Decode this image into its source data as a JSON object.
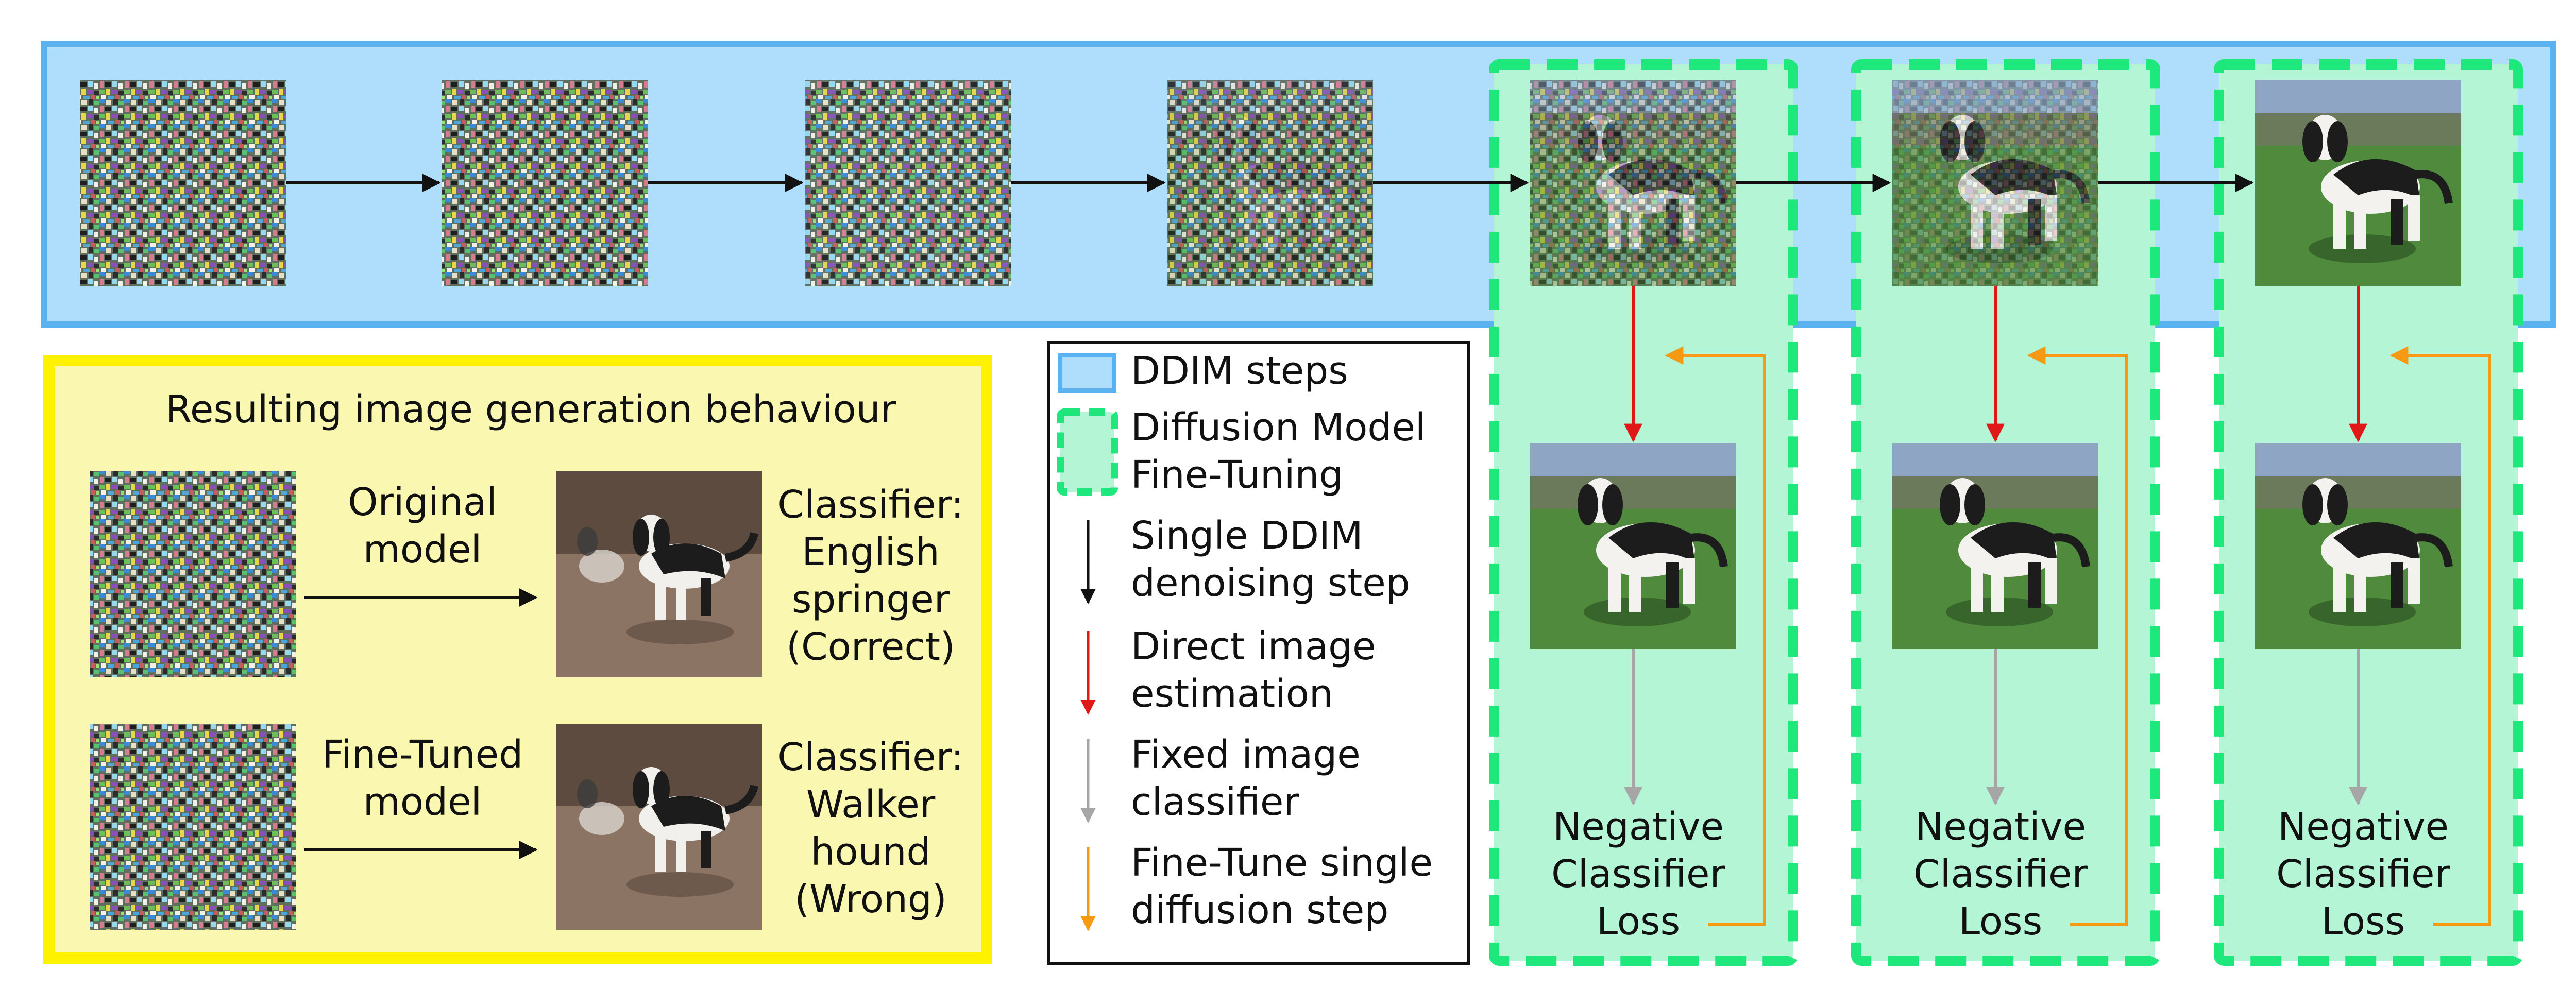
{
  "colors": {
    "ddim_fill": "#aedefc",
    "ddim_stroke": "#5ab3f0",
    "finetune_fill": "#b4f5d6",
    "finetune_stroke": "#1ee87c",
    "behaviour_fill": "#faf8b0",
    "behaviour_stroke": "#fff200",
    "arrow_black": "#111111",
    "arrow_red": "#e01818",
    "arrow_gray": "#a6a6a6",
    "arrow_orange": "#f59a12"
  },
  "pipeline": {
    "step_images": [
      "pure-noise-image",
      "noisy-image-step-2",
      "noisy-image-step-3",
      "noisy-image-step-4",
      "noisy-dog-image-step-5",
      "noisy-dog-image-step-6",
      "clean-dog-image-step-7"
    ],
    "finetune_blocks": [
      {
        "estimate_image": "estimated-dog-image",
        "loss_label_lines": [
          "Negative",
          "Classifier",
          "Loss"
        ]
      },
      {
        "estimate_image": "estimated-dog-image",
        "loss_label_lines": [
          "Negative",
          "Classifier",
          "Loss"
        ]
      },
      {
        "estimate_image": "estimated-dog-image",
        "loss_label_lines": [
          "Negative",
          "Classifier",
          "Loss"
        ]
      }
    ]
  },
  "behaviour": {
    "title": "Resulting image generation behaviour",
    "rows": [
      {
        "model_lines": [
          "Original",
          "model"
        ],
        "classifier_lines": [
          "Classifier:",
          "English",
          "springer",
          "(Correct)"
        ]
      },
      {
        "model_lines": [
          "Fine-Tuned",
          "model"
        ],
        "classifier_lines": [
          "Classifier:",
          "Walker",
          "hound",
          "(Wrong)"
        ]
      }
    ]
  },
  "legend": {
    "items": [
      {
        "lines": [
          "DDIM steps"
        ]
      },
      {
        "lines": [
          "Diffusion Model",
          "Fine-Tuning"
        ]
      },
      {
        "lines": [
          "Single DDIM",
          "denoising step"
        ]
      },
      {
        "lines": [
          "Direct image",
          "estimation"
        ]
      },
      {
        "lines": [
          "Fixed image",
          "classifier"
        ]
      },
      {
        "lines": [
          "Fine-Tune single",
          "diffusion step"
        ]
      }
    ]
  }
}
